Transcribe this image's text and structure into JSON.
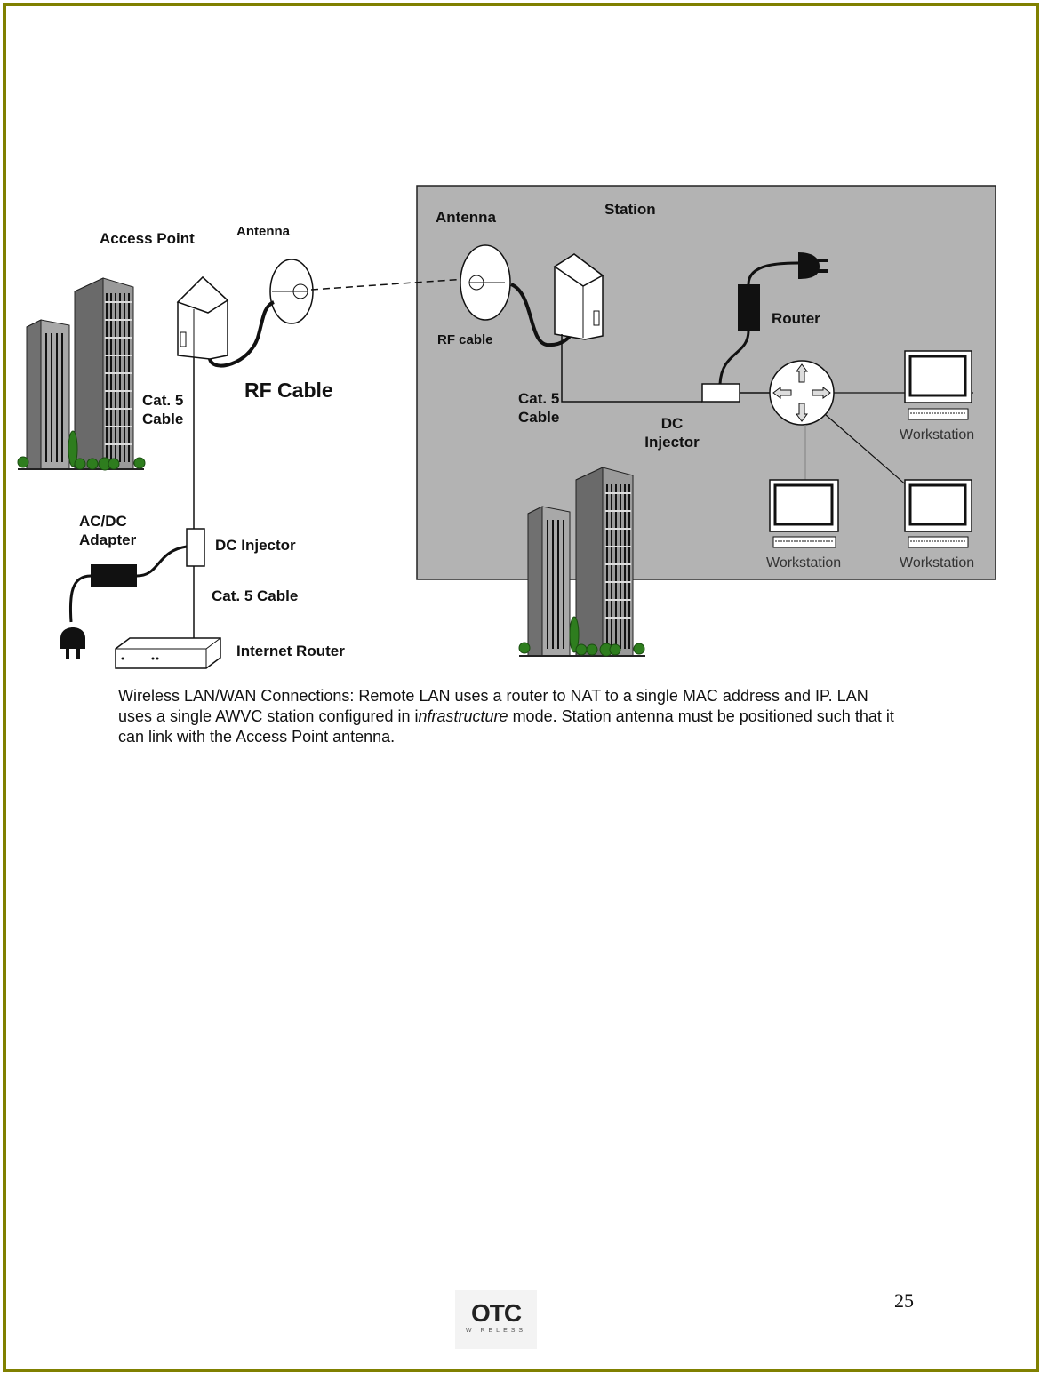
{
  "diagram": {
    "labels": {
      "access_point": "Access Point",
      "ap_antenna": "Antenna",
      "ap_cat5": "Cat. 5\nCable",
      "rf_cable_big": "RF Cable",
      "ac_dc_adapter": "AC/DC\nAdapter",
      "ap_dc_injector": "DC Injector",
      "ap_cat5_cable": "Cat. 5 Cable",
      "internet_router": "Internet Router",
      "station_antenna": "Antenna",
      "station": "Station",
      "rf_cable_small": "RF cable",
      "router": "Router",
      "station_cat5": "Cat. 5\nCable",
      "station_dc_injector": "DC\nInjector",
      "workstation_1": "Workstation",
      "workstation_2": "Workstation",
      "workstation_3": "Workstation"
    }
  },
  "caption": {
    "part1": "Wireless LAN/WAN Connections: Remote LAN uses a router to NAT to a single MAC address and IP.  LAN uses a single AWVC station configured in i",
    "italic": "nfrastructure",
    "part2": " mode.  Station antenna must be positioned such that it can link with the Access Point antenna."
  },
  "footer": {
    "page_number": "25",
    "logo_text": "OTC",
    "logo_sub": "WIRELESS"
  },
  "colors": {
    "border": "#808000",
    "station_panel": "#b3b3b3",
    "tree_green": "#2e7d1e"
  }
}
